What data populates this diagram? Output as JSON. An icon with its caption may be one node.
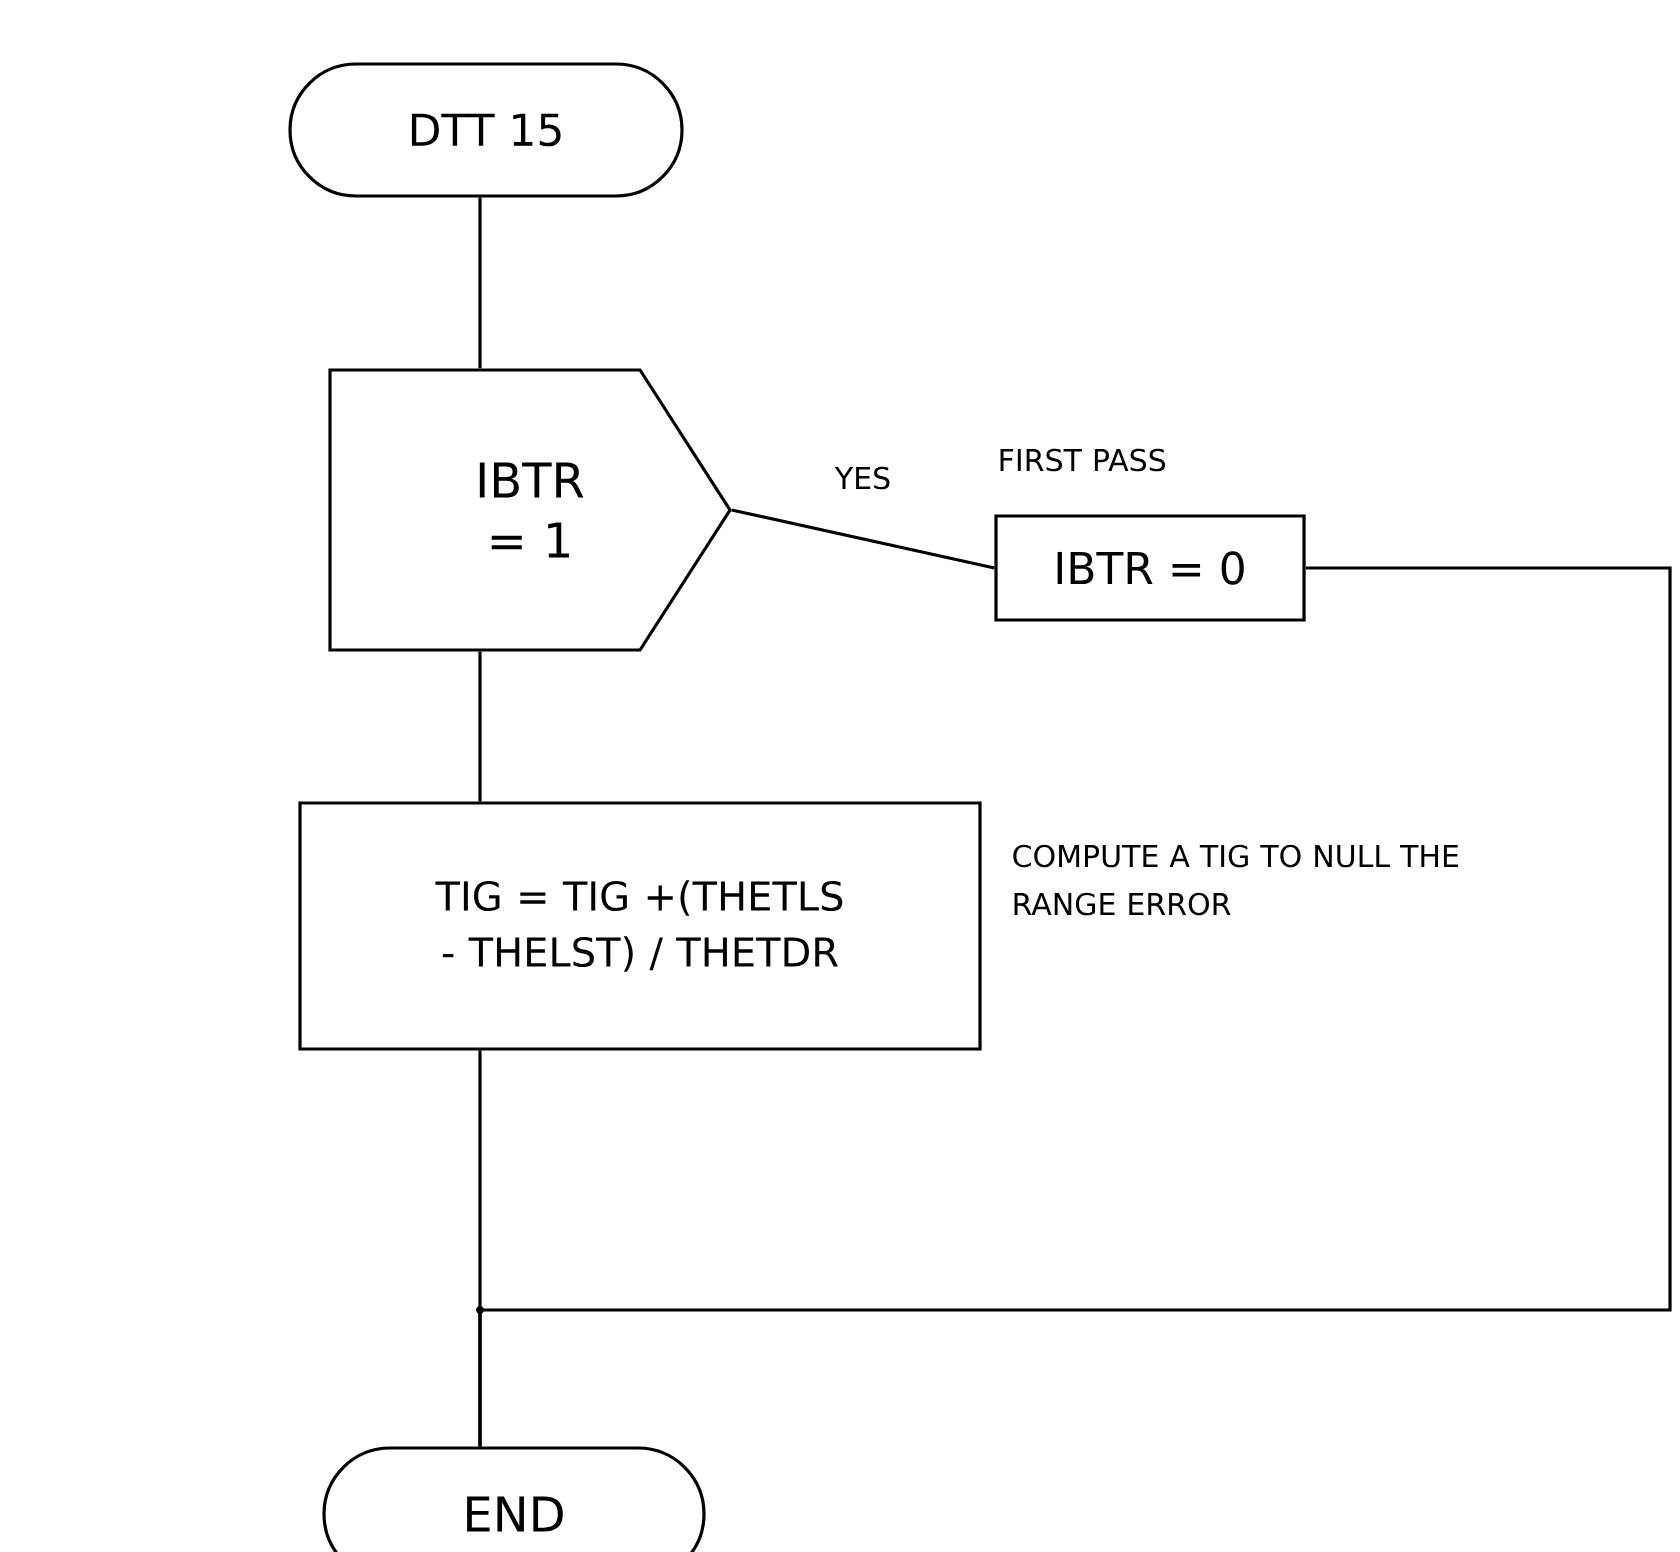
{
  "diagram": {
    "nodes": [
      {
        "text": [
          "DTT 15"
        ]
      },
      {
        "text": [
          "IBTR = 1"
        ]
      },
      {
        "text": [
          "IBTR = 0"
        ],
        "beside": [
          "FIRST PASS"
        ]
      },
      {
        "text": [
          "TIG = TIG +(THETLS - THELST) / THETDR"
        ],
        "beside": [
          "COMPUTE A TIG TO NULL THE RANGE ERROR"
        ]
      },
      {
        "text": [
          "END"
        ]
      }
    ],
    "edges": [
      {
        "from": 0,
        "to": 1,
        "arrow": "none"
      },
      {
        "from": 1,
        "to": 2,
        "arrow": "none",
        "label": "YES"
      },
      {
        "from": 1,
        "to": 3,
        "arrow": "none"
      },
      {
        "from": 3,
        "to": 4,
        "arrow": "none"
      },
      {
        "from": 2,
        "to": 4,
        "arrow": "none"
      }
    ]
  }
}
